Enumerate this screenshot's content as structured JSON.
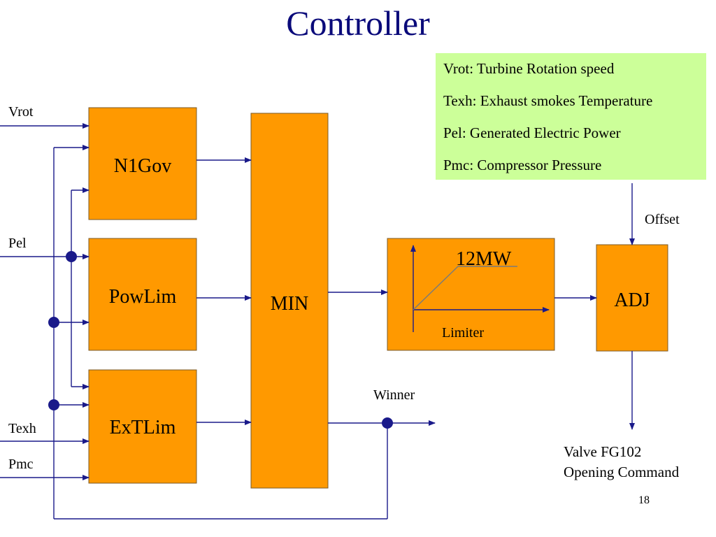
{
  "title": "Controller",
  "legend": [
    "Vrot: Turbine Rotation speed",
    "Texh: Exhaust smokes Temperature",
    "Pel: Generated Electric Power",
    "Pmc: Compressor Pressure"
  ],
  "blocks": {
    "n1gov": "N1Gov",
    "powlim": "PowLim",
    "extlim": "ExTLim",
    "min": "MIN",
    "limiter_value": "12MW",
    "limiter_label": "Limiter",
    "adj": "ADJ"
  },
  "signals": {
    "vrot": "Vrot",
    "pel": "Pel",
    "texh": "Texh",
    "pmc": "Pmc",
    "offset": "Offset",
    "winner": "Winner"
  },
  "output": {
    "line1": "Valve FG102",
    "line2": "Opening Command"
  },
  "page_number": "18",
  "colors": {
    "block_fill": "#ff9900",
    "wire": "#1a1a8a",
    "legend_bg": "#ccff99",
    "title": "#0a0a7a"
  }
}
